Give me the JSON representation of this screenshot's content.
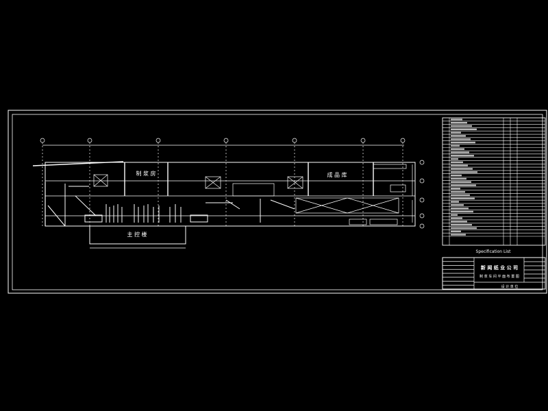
{
  "drawing": {
    "room_labels": [
      "制 浆 房",
      "成 品 库",
      "主 控 楼"
    ],
    "hint_box": "",
    "axis_left": "",
    "axis_right": ""
  },
  "legend": {
    "heading": "Specification List",
    "row_count": 36
  },
  "title_block": {
    "company": "新 闻 纸 业 公 司",
    "drawing_name": "制 浆 车 间 平 面 布 置 图",
    "bottom_strip": "设 计 单 位"
  },
  "colors": {
    "background": "#000000",
    "line": "#ffffff",
    "accent": "#cccccc"
  }
}
